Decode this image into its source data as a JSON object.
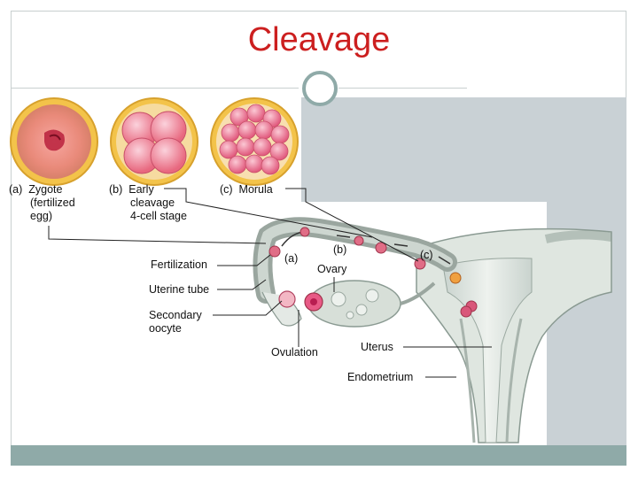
{
  "title": "Cleavage",
  "colors": {
    "title": "#cc1f1f",
    "accent": "#8faaa8",
    "panel": "#c9d1d5"
  },
  "stages": {
    "a": {
      "tag": "(a)",
      "line1": "Zygote",
      "line2": "(fertilized",
      "line3": "egg)"
    },
    "b": {
      "tag": "(b)",
      "line1": "Early",
      "line2": "cleavage",
      "line3": "4-cell stage"
    },
    "c": {
      "tag": "(c)",
      "line1": "Morula"
    }
  },
  "labels": {
    "fertilization": "Fertilization",
    "uterine_tube": "Uterine tube",
    "secondary_oocyte_1": "Secondary",
    "secondary_oocyte_2": "oocyte",
    "ovulation": "Ovulation",
    "ovary": "Ovary",
    "uterus": "Uterus",
    "endometrium": "Endometrium",
    "marker_a": "(a)",
    "marker_b": "(b)",
    "marker_c": "(c)"
  }
}
